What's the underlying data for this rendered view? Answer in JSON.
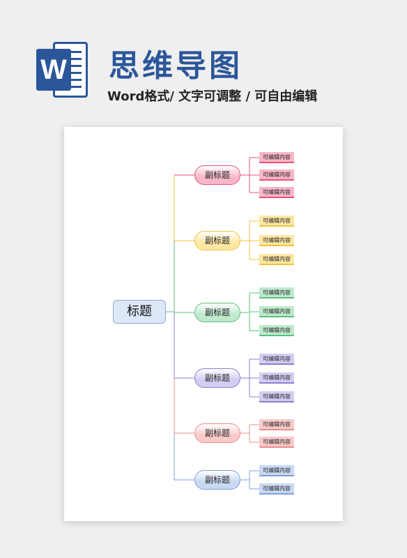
{
  "header": {
    "title": "思维导图",
    "subtitle": "Word格式/ 文字可调整 / 可自由编辑",
    "logo_letter": "W",
    "logo_color": "#2b579a"
  },
  "mindmap": {
    "root": "标题",
    "branches": [
      {
        "label": "副标题",
        "color": "#e8527a",
        "fill": "#f7b7c8",
        "leaves": [
          "可编辑内容",
          "可编辑内容",
          "可编辑内容"
        ]
      },
      {
        "label": "副标题",
        "color": "#f0c23b",
        "fill": "#fde7a3",
        "leaves": [
          "可编辑内容",
          "可编辑内容",
          "可编辑内容"
        ]
      },
      {
        "label": "副标题",
        "color": "#5bbf7c",
        "fill": "#bfe9cd",
        "leaves": [
          "可编辑内容",
          "可编辑内容",
          "可编辑内容"
        ]
      },
      {
        "label": "副标题",
        "color": "#8a7fd0",
        "fill": "#d3cdf2",
        "leaves": [
          "可编辑内容",
          "可编辑内容",
          "可编辑内容"
        ]
      },
      {
        "label": "副标题",
        "color": "#ee8c8c",
        "fill": "#f8caca",
        "leaves": [
          "可编辑内容",
          "可编辑内容"
        ]
      },
      {
        "label": "副标题",
        "color": "#7e9fd8",
        "fill": "#c9d8f3",
        "leaves": [
          "可编辑内容",
          "可编辑内容"
        ]
      }
    ]
  }
}
